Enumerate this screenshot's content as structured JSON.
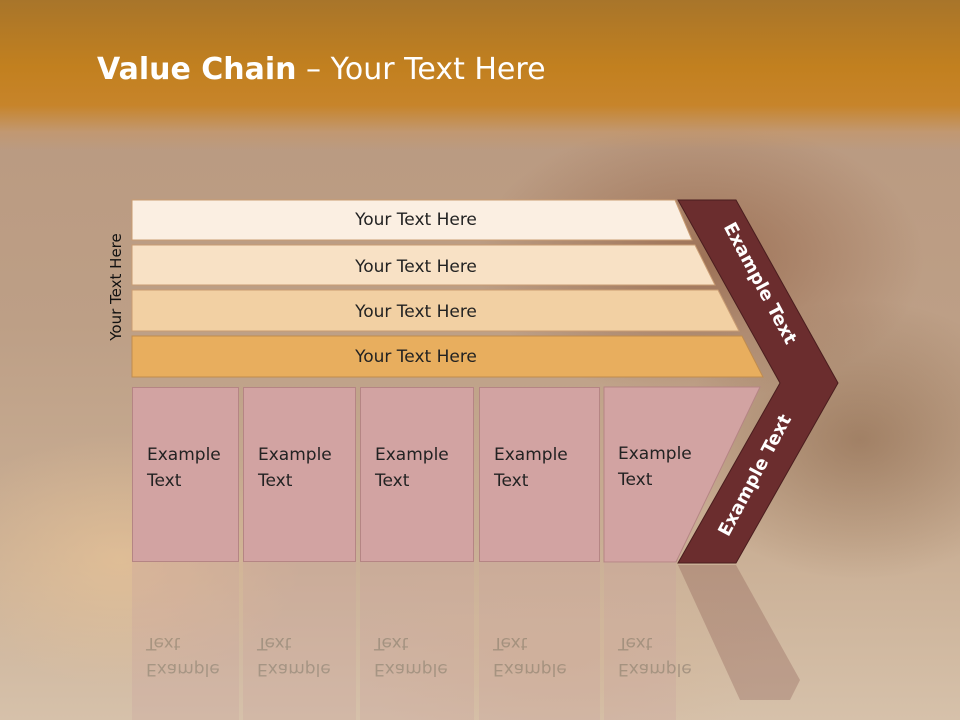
{
  "title": {
    "bold": "Value Chain",
    "rest": " – Your Text Here"
  },
  "vertical_label": "Your Text Here",
  "bars": [
    {
      "label": "Your Text Here",
      "color": "#fbefe2"
    },
    {
      "label": "Your Text Here",
      "color": "#f8e1c5"
    },
    {
      "label": "Your Text Here",
      "color": "#f2d0a3"
    },
    {
      "label": "Your Text Here",
      "color": "#e8ae5e"
    }
  ],
  "boxes": [
    {
      "line1": "Example",
      "line2": "Text"
    },
    {
      "line1": "Example",
      "line2": "Text"
    },
    {
      "line1": "Example",
      "line2": "Text"
    },
    {
      "line1": "Example",
      "line2": "Text"
    },
    {
      "line1": "Example",
      "line2": "Text"
    }
  ],
  "chevron": {
    "upper_label": "Example Text",
    "lower_label": "Example Text",
    "color": "#6b2d2e"
  },
  "colors": {
    "banner": "#c2801f",
    "box": "#d2a3a2"
  }
}
